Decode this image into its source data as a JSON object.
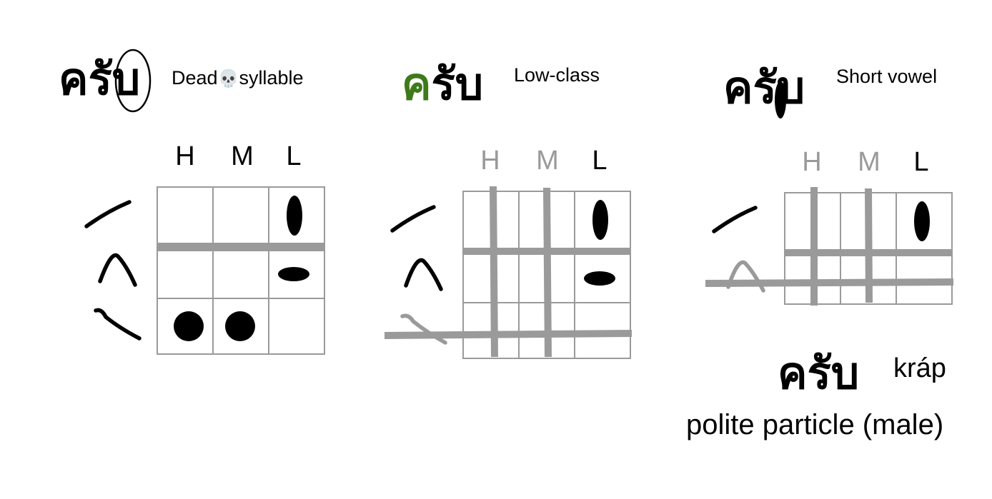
{
  "panels": [
    {
      "word": "ครับ",
      "label": "Dead",
      "label_icon": "skull-icon",
      "label_suffix": "syllable",
      "columns": [
        "H",
        "M",
        "L"
      ]
    },
    {
      "word_first": "ค",
      "word_rest": "รับ",
      "word_first_color": "#3f7a1a",
      "label": "Low-class",
      "columns": [
        "H",
        "M",
        "L"
      ]
    },
    {
      "word": "ครับ",
      "label": "Short vowel",
      "columns": [
        "H",
        "M",
        "L"
      ]
    }
  ],
  "answer": {
    "word": "ครับ",
    "romanization": "kráp",
    "meaning": "polite particle (male)"
  },
  "colors": {
    "crossout": "#9a9a9a",
    "grid": "#9a9a9a",
    "mark": "#000000",
    "accent": "#3f7a1a"
  },
  "skull_glyph": "💀"
}
